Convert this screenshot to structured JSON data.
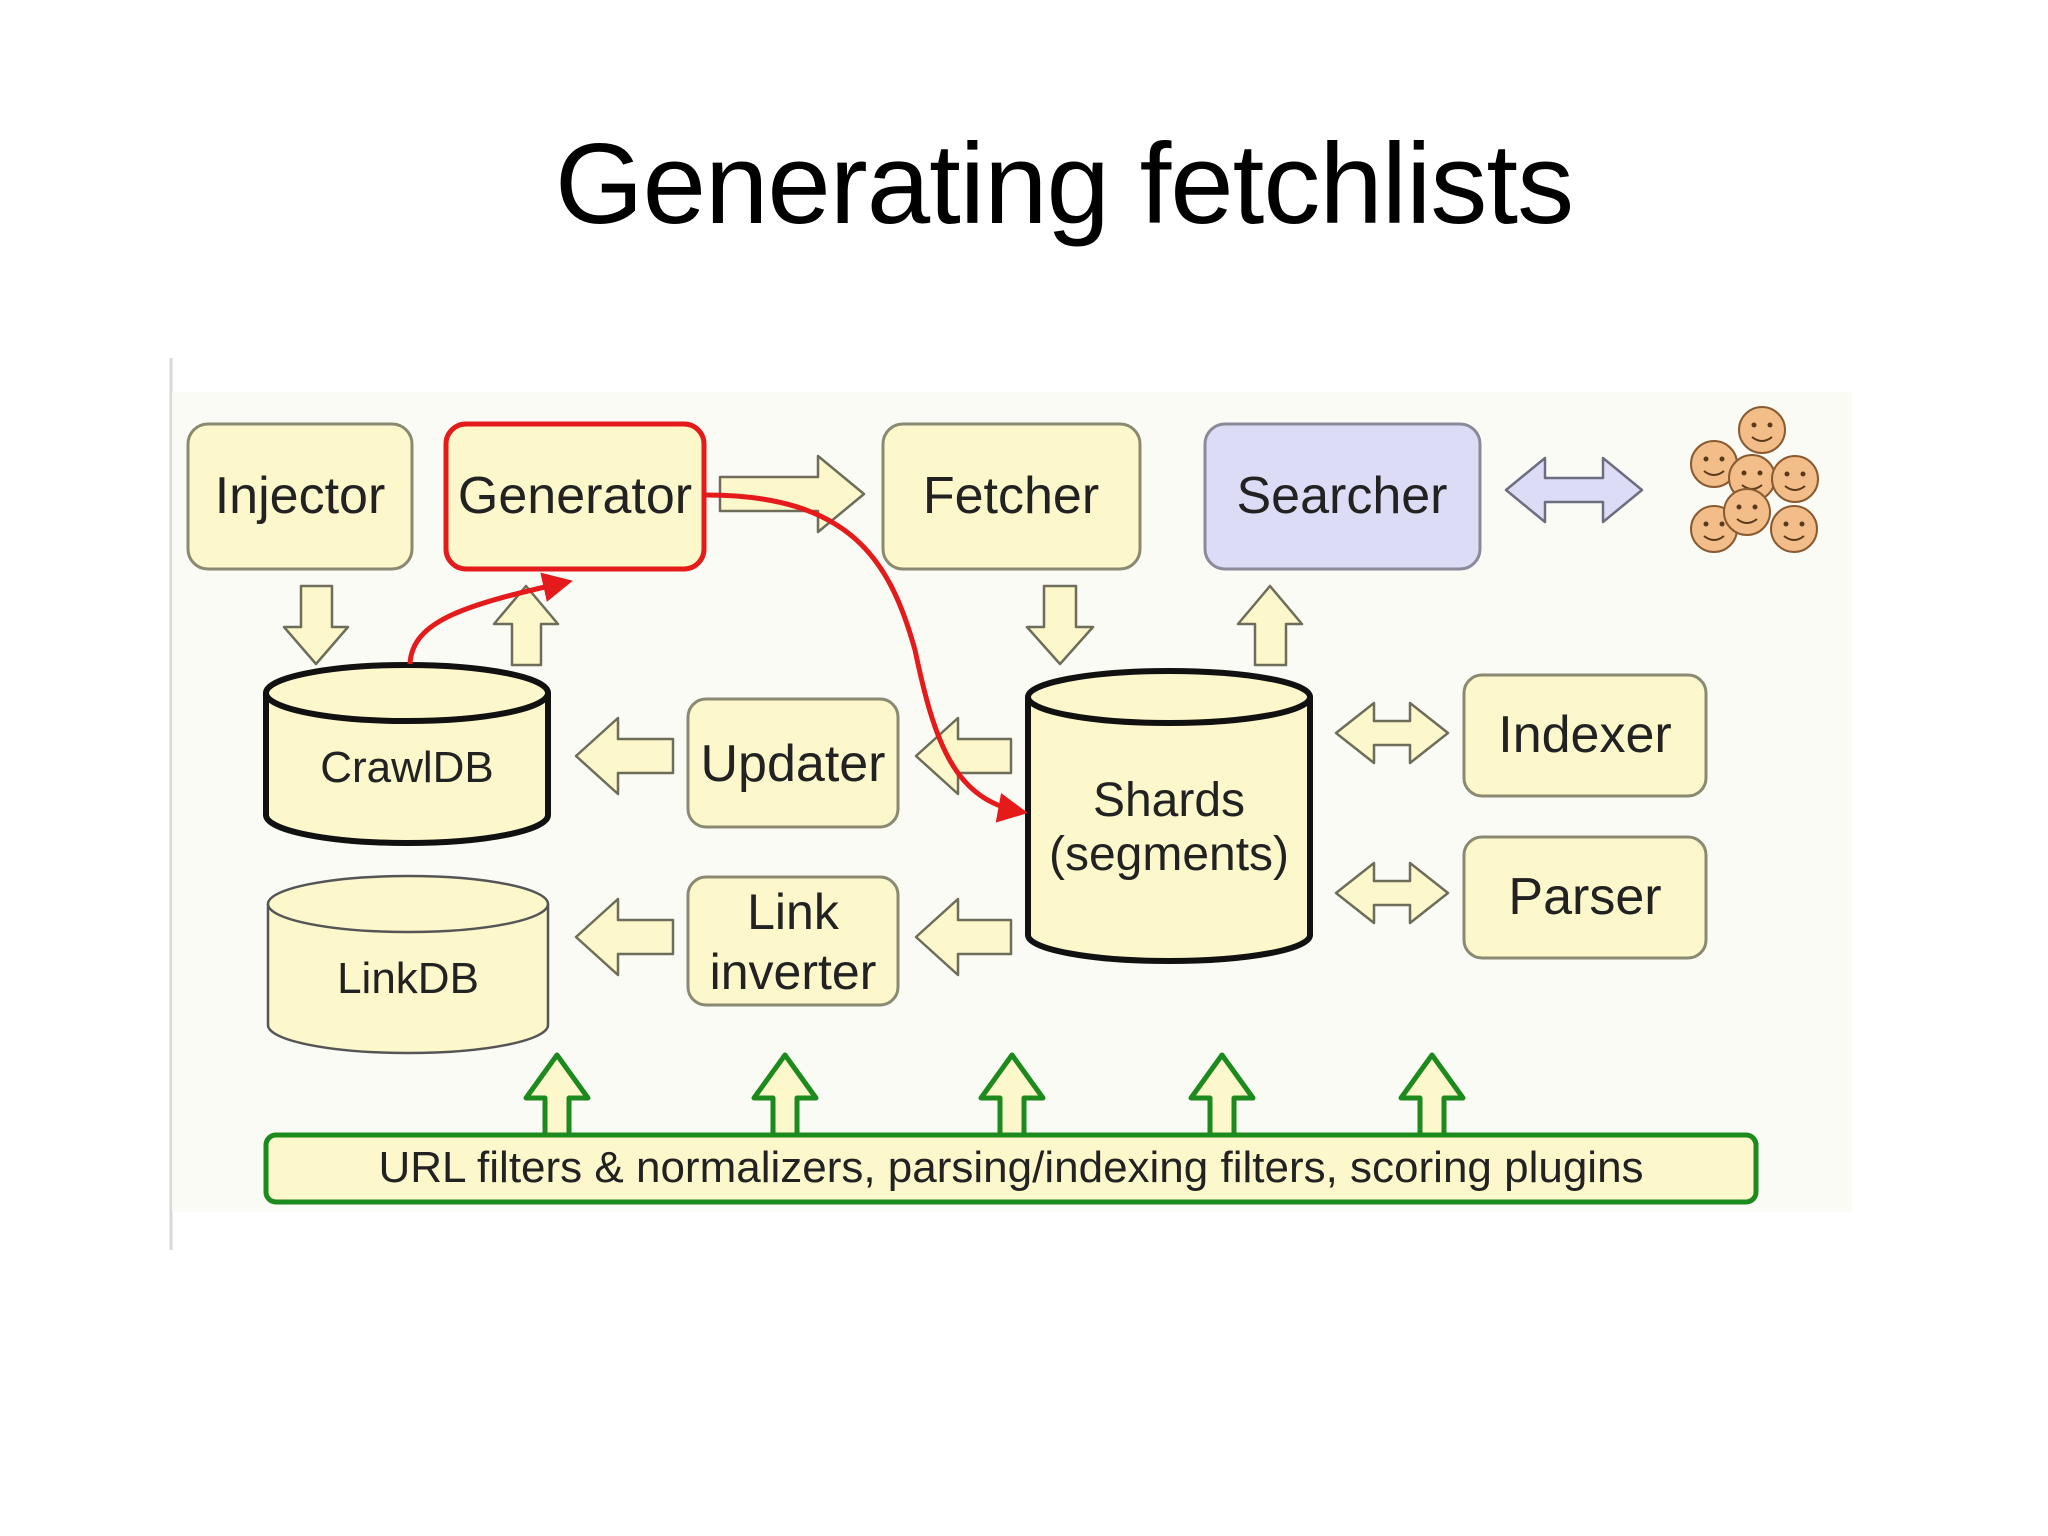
{
  "slide": {
    "title": "Generating fetchlists"
  },
  "colors": {
    "box_fill": "#fcf8cb",
    "box_stroke": "#8a8a72",
    "highlight_stroke": "#e51a1a",
    "searcher_fill": "#dcdcf6",
    "plugins_stroke": "#1d8a1d",
    "users_fill": "#f2bd88"
  },
  "diagram": {
    "components": {
      "injector": "Injector",
      "generator": "Generator",
      "fetcher": "Fetcher",
      "searcher": "Searcher",
      "updater": "Updater",
      "link_inverter_line1": "Link",
      "link_inverter_line2": "inverter",
      "indexer": "Indexer",
      "parser": "Parser"
    },
    "databases": {
      "crawldb": "CrawlDB",
      "linkdb": "LinkDB",
      "shards_line1": "Shards",
      "shards_line2": "(segments)"
    },
    "plugins_bar": "URL filters & normalizers, parsing/indexing filters, scoring plugins",
    "users_icon": "users-group-icon"
  }
}
